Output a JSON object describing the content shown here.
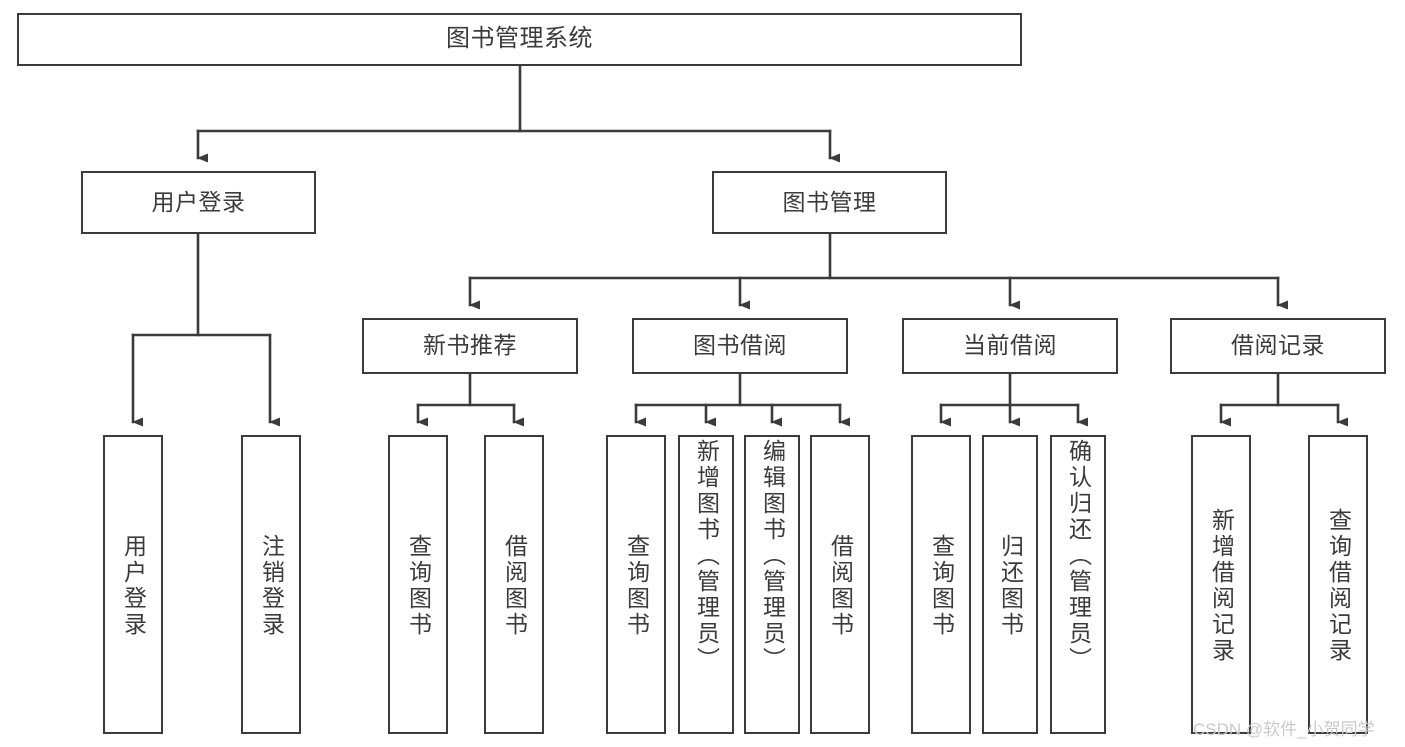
{
  "diagram": {
    "title": "图书管理系统",
    "type": "hierarchy-tree",
    "background_color": "#ffffff",
    "line_color": "#3b3b3b",
    "text_color": "#3b3b3b",
    "levels": [
      {
        "level": 1,
        "nodes": [
          {
            "id": "root",
            "label": "图书管理系统",
            "orientation": "horizontal"
          }
        ]
      },
      {
        "level": 2,
        "nodes": [
          {
            "id": "user-login",
            "label": "用户登录",
            "orientation": "horizontal"
          },
          {
            "id": "book-management",
            "label": "图书管理",
            "orientation": "horizontal"
          }
        ]
      },
      {
        "level": 3,
        "nodes": [
          {
            "id": "new-book-recommend",
            "label": "新书推荐",
            "orientation": "horizontal"
          },
          {
            "id": "book-borrow",
            "label": "图书借阅",
            "orientation": "horizontal"
          },
          {
            "id": "current-borrow",
            "label": "当前借阅",
            "orientation": "horizontal"
          },
          {
            "id": "borrow-record",
            "label": "借阅记录",
            "orientation": "horizontal"
          }
        ]
      },
      {
        "level": 4,
        "nodes": [
          {
            "id": "leaf-user-login",
            "label": "用户登录",
            "orientation": "vertical",
            "parent": "user-login"
          },
          {
            "id": "leaf-logout-login",
            "label": "注销登录",
            "orientation": "vertical",
            "parent": "user-login"
          },
          {
            "id": "leaf-query-book-1",
            "label": "查询图书",
            "orientation": "vertical",
            "parent": "new-book-recommend"
          },
          {
            "id": "leaf-borrow-book-1",
            "label": "借阅图书",
            "orientation": "vertical",
            "parent": "new-book-recommend"
          },
          {
            "id": "leaf-query-book-2",
            "label": "查询图书",
            "orientation": "vertical",
            "parent": "book-borrow"
          },
          {
            "id": "leaf-add-book",
            "label": "新增图书（管理员）",
            "orientation": "vertical",
            "parent": "book-borrow"
          },
          {
            "id": "leaf-edit-book",
            "label": "编辑图书（管理员）",
            "orientation": "vertical",
            "parent": "book-borrow"
          },
          {
            "id": "leaf-borrow-book-2",
            "label": "借阅图书",
            "orientation": "vertical",
            "parent": "book-borrow"
          },
          {
            "id": "leaf-query-book-3",
            "label": "查询图书",
            "orientation": "vertical",
            "parent": "current-borrow"
          },
          {
            "id": "leaf-return-book",
            "label": "归还图书",
            "orientation": "vertical",
            "parent": "current-borrow"
          },
          {
            "id": "leaf-confirm-return",
            "label": "确认归还（管理员）",
            "orientation": "vertical",
            "parent": "current-borrow"
          },
          {
            "id": "leaf-add-record",
            "label": "新增借阅记录",
            "orientation": "vertical",
            "parent": "borrow-record"
          },
          {
            "id": "leaf-query-record",
            "label": "查询借阅记录",
            "orientation": "vertical",
            "parent": "borrow-record"
          }
        ]
      }
    ]
  },
  "watermark": {
    "text": "CSDN @软件_小贺同学"
  }
}
